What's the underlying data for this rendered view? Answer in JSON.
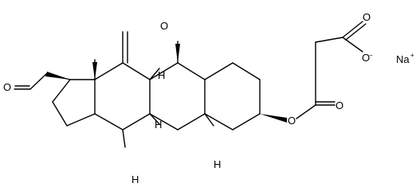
{
  "molecule": {
    "atom_labels": {
      "aldehyde_oxygen": "O",
      "ketone_oxygen": "O",
      "ester_oxygen": "O",
      "carbonyl_oxygen": "O",
      "acid_oxygen": "O",
      "carboxylate_oxygen": "O",
      "carboxylate_charge": "−",
      "h_c9": "H",
      "h_c14": "H",
      "h_c8": "H",
      "h_c5": "H"
    },
    "counterion": {
      "symbol": "Na",
      "charge": "+"
    }
  }
}
